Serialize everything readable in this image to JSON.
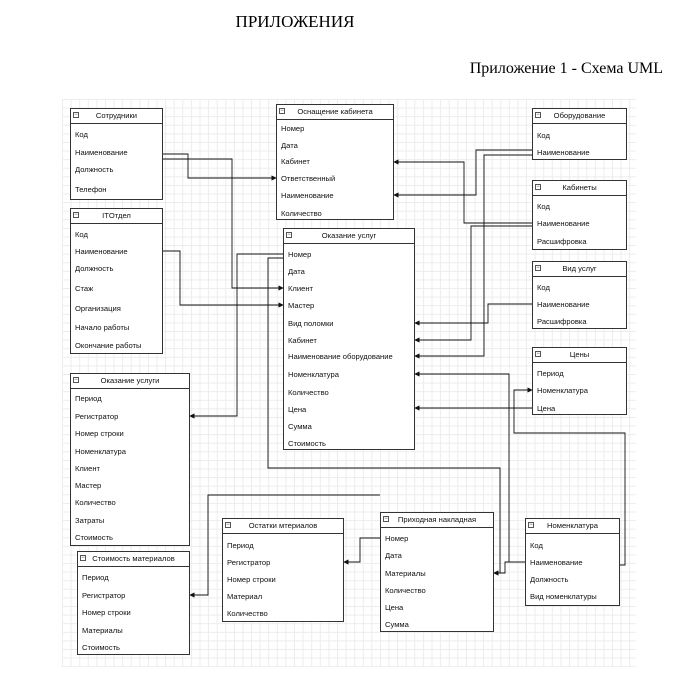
{
  "page": {
    "title": "ПРИЛОЖЕНИЯ",
    "subtitle": "Приложение 1 - Схема UML"
  },
  "entities": [
    {
      "name": "Сотрудники",
      "fields": [
        "Код",
        "Наименование",
        "Должность",
        "Телефон"
      ]
    },
    {
      "name": "Оснащение кабинета",
      "fields": [
        "Номер",
        "Дата",
        "Кабинет",
        "Ответственный",
        "Наименование",
        "Количество"
      ]
    },
    {
      "name": "Оборудование",
      "fields": [
        "Код",
        "Наименование"
      ]
    },
    {
      "name": "ITОтдел",
      "fields": [
        "Код",
        "Наименование",
        "Должность",
        "Стаж",
        "Организация",
        "Начало работы",
        "Окончание работы"
      ]
    },
    {
      "name": "Кабинеты",
      "fields": [
        "Код",
        "Наименование",
        "Расшифровка"
      ]
    },
    {
      "name": "Оказание услуг",
      "fields": [
        "Номер",
        "Дата",
        "Клиент",
        "Мастер",
        "Вид поломки",
        "Кабинет",
        "Наименование оборудование",
        "Номенклатура",
        "Количество",
        "Цена",
        "Сумма",
        "Стоимость"
      ]
    },
    {
      "name": "Вид услуг",
      "fields": [
        "Код",
        "Наименование",
        "Расшифровка"
      ]
    },
    {
      "name": "Цены",
      "fields": [
        "Период",
        "Номенклатура",
        "Цена"
      ]
    },
    {
      "name": "Оказание услуги",
      "fields": [
        "Период",
        "Регистратор",
        "Номер строки",
        "Номенклатура",
        "Клиент",
        "Мастер",
        "Количество",
        "Затраты",
        "Стоимость"
      ]
    },
    {
      "name": "Остатки мтериалов",
      "fields": [
        "Период",
        "Регистратор",
        "Номер строки",
        "Материал",
        "Количество"
      ]
    },
    {
      "name": "Приходная накладная",
      "fields": [
        "Номер",
        "Дата",
        "Материалы",
        "Количество",
        "Цена",
        "Сумма"
      ]
    },
    {
      "name": "Номенклатура",
      "fields": [
        "Код",
        "Наименование",
        "Должность",
        "Вид номенклатуры"
      ]
    },
    {
      "name": "Стоимость материалов",
      "fields": [
        "Период",
        "Регистратор",
        "Номер строки",
        "Материалы",
        "Стоимость"
      ]
    }
  ],
  "relations": [
    [
      "Сотрудники.Наименование",
      "Оснащение кабинета.Ответственный"
    ],
    [
      "Сотрудники.Наименование",
      "Оказание услуг.Клиент"
    ],
    [
      "ITОтдел.Наименование",
      "Оказание услуг.Мастер"
    ],
    [
      "Оборудование.Наименование",
      "Оснащение кабинета.Наименование"
    ],
    [
      "Оборудование.Наименование",
      "Оказание услуг.Наименование оборудование"
    ],
    [
      "Кабинеты.Наименование",
      "Оснащение кабинета.Кабинет"
    ],
    [
      "Кабинеты.Наименование",
      "Оказание услуг.Кабинет"
    ],
    [
      "Вид услуг.Наименование",
      "Оказание услуг.Вид поломки"
    ],
    [
      "Цены.Цена",
      "Оказание услуг.Цена"
    ],
    [
      "Номенклатура.Наименование",
      "Оказание услуг.Номенклатура"
    ],
    [
      "Номенклатура.Наименование",
      "Цены.Номенклатура"
    ],
    [
      "Оказание услуг.Номер",
      "Оказание услуги.Регистратор"
    ],
    [
      "Приходная накладная.Номер",
      "Остатки мтериалов.Регистратор"
    ],
    [
      "Приходная накладная.Номер",
      "Стоимость материалов.Регистратор"
    ],
    [
      "Номенклатура.Наименование",
      "Приходная накладная.Материалы"
    ],
    [
      "Оказание услуг.Номер",
      "Приходная накладная.Материалы"
    ]
  ]
}
